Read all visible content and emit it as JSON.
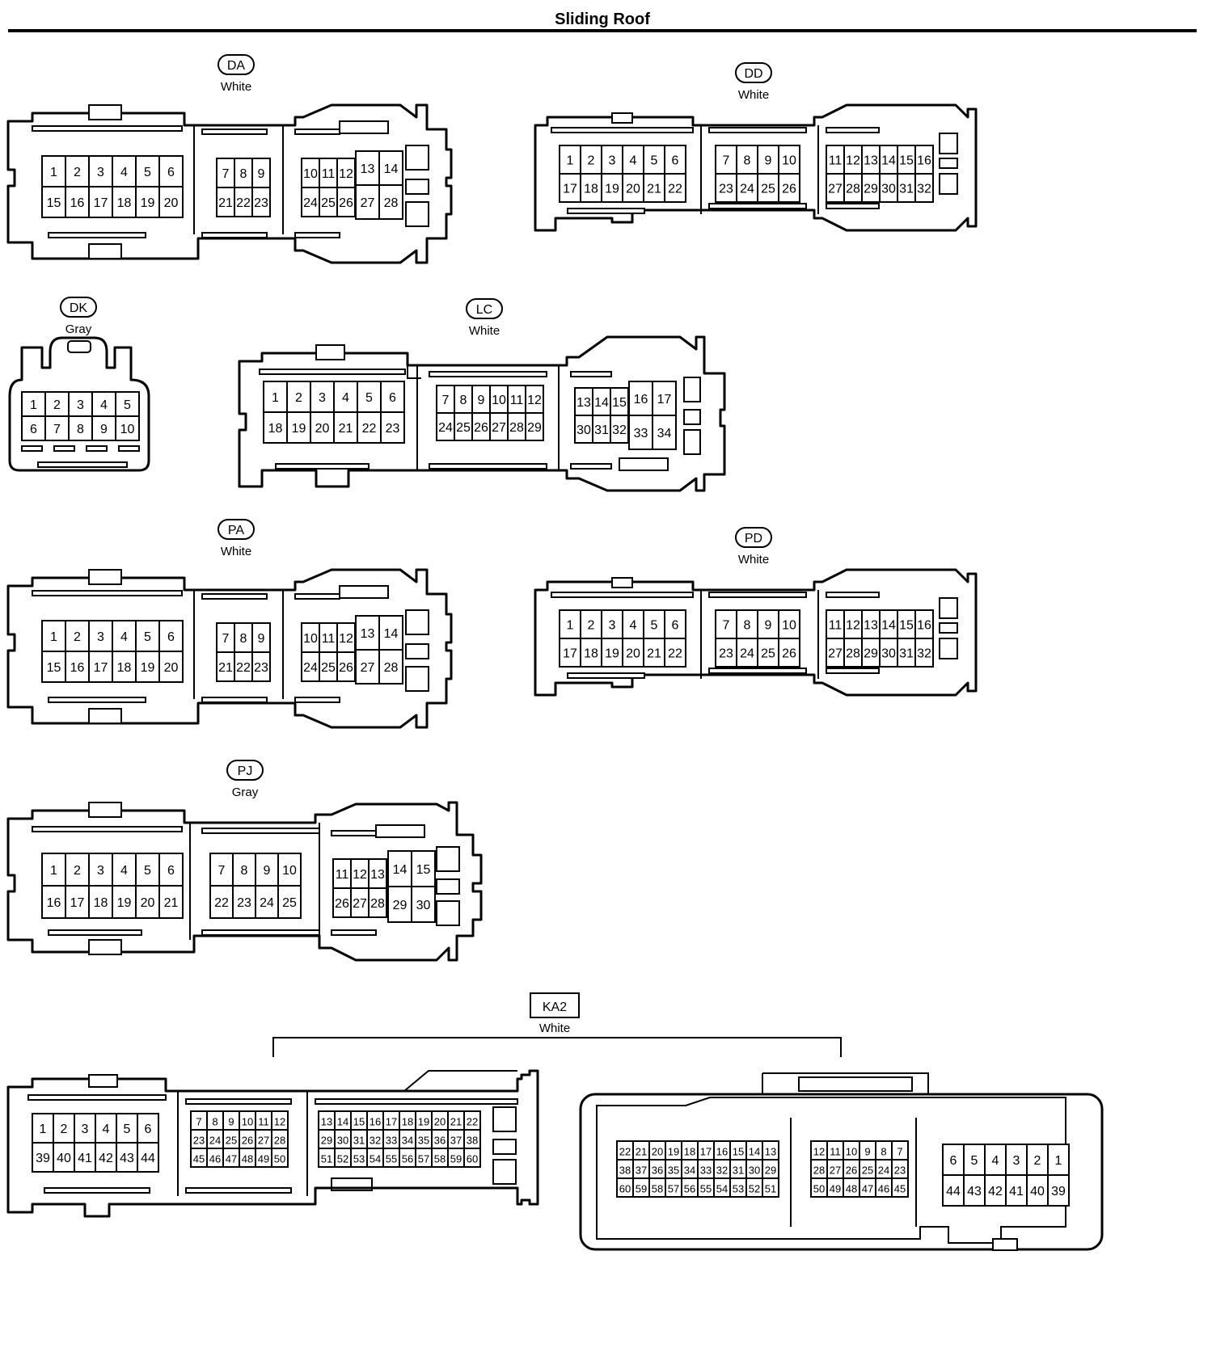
{
  "title": "Sliding Roof",
  "connectors": [
    {
      "id": "DA",
      "color": "White",
      "groups": [
        [
          [
            "1",
            "2",
            "3",
            "4",
            "5",
            "6"
          ],
          [
            "15",
            "16",
            "17",
            "18",
            "19",
            "20"
          ]
        ],
        [
          [
            "7",
            "8",
            "9"
          ],
          [
            "21",
            "22",
            "23"
          ]
        ],
        [
          [
            "10",
            "11",
            "12"
          ],
          [
            "24",
            "25",
            "26"
          ]
        ],
        [
          [
            "13",
            "14"
          ],
          [
            "27",
            "28"
          ]
        ]
      ]
    },
    {
      "id": "DD",
      "color": "White",
      "groups": [
        [
          [
            "1",
            "2",
            "3",
            "4",
            "5",
            "6"
          ],
          [
            "17",
            "18",
            "19",
            "20",
            "21",
            "22"
          ]
        ],
        [
          [
            "7",
            "8",
            "9",
            "10"
          ],
          [
            "23",
            "24",
            "25",
            "26"
          ]
        ],
        [
          [
            "11",
            "12",
            "13",
            "14",
            "15",
            "16"
          ],
          [
            "27",
            "28",
            "29",
            "30",
            "31",
            "32"
          ]
        ]
      ]
    },
    {
      "id": "DK",
      "color": "Gray",
      "groups": [
        [
          [
            "1",
            "2",
            "3",
            "4",
            "5"
          ],
          [
            "6",
            "7",
            "8",
            "9",
            "10"
          ]
        ]
      ]
    },
    {
      "id": "LC",
      "color": "White",
      "groups": [
        [
          [
            "1",
            "2",
            "3",
            "4",
            "5",
            "6"
          ],
          [
            "18",
            "19",
            "20",
            "21",
            "22",
            "23"
          ]
        ],
        [
          [
            "7",
            "8",
            "9",
            "10",
            "11",
            "12"
          ],
          [
            "24",
            "25",
            "26",
            "27",
            "28",
            "29"
          ]
        ],
        [
          [
            "13",
            "14",
            "15"
          ],
          [
            "30",
            "31",
            "32"
          ]
        ],
        [
          [
            "16",
            "17"
          ],
          [
            "33",
            "34"
          ]
        ]
      ]
    },
    {
      "id": "PA",
      "color": "White",
      "groups": [
        [
          [
            "1",
            "2",
            "3",
            "4",
            "5",
            "6"
          ],
          [
            "15",
            "16",
            "17",
            "18",
            "19",
            "20"
          ]
        ],
        [
          [
            "7",
            "8",
            "9"
          ],
          [
            "21",
            "22",
            "23"
          ]
        ],
        [
          [
            "10",
            "11",
            "12"
          ],
          [
            "24",
            "25",
            "26"
          ]
        ],
        [
          [
            "13",
            "14"
          ],
          [
            "27",
            "28"
          ]
        ]
      ]
    },
    {
      "id": "PD",
      "color": "White",
      "groups": [
        [
          [
            "1",
            "2",
            "3",
            "4",
            "5",
            "6"
          ],
          [
            "17",
            "18",
            "19",
            "20",
            "21",
            "22"
          ]
        ],
        [
          [
            "7",
            "8",
            "9",
            "10"
          ],
          [
            "23",
            "24",
            "25",
            "26"
          ]
        ],
        [
          [
            "11",
            "12",
            "13",
            "14",
            "15",
            "16"
          ],
          [
            "27",
            "28",
            "29",
            "30",
            "31",
            "32"
          ]
        ]
      ]
    },
    {
      "id": "PJ",
      "color": "Gray",
      "groups": [
        [
          [
            "1",
            "2",
            "3",
            "4",
            "5",
            "6"
          ],
          [
            "16",
            "17",
            "18",
            "19",
            "20",
            "21"
          ]
        ],
        [
          [
            "7",
            "8",
            "9",
            "10"
          ],
          [
            "22",
            "23",
            "24",
            "25"
          ]
        ],
        [
          [
            "11",
            "12",
            "13"
          ],
          [
            "26",
            "27",
            "28"
          ]
        ],
        [
          [
            "14",
            "15"
          ],
          [
            "29",
            "30"
          ]
        ]
      ]
    },
    {
      "id": "KA2",
      "color": "White",
      "groups": [
        [
          [
            "1",
            "2",
            "3",
            "4",
            "5",
            "6"
          ],
          [
            "39",
            "40",
            "41",
            "42",
            "43",
            "44"
          ]
        ],
        [
          [
            "7",
            "8",
            "9",
            "10",
            "11",
            "12"
          ],
          [
            "23",
            "24",
            "25",
            "26",
            "27",
            "28"
          ],
          [
            "45",
            "46",
            "47",
            "48",
            "49",
            "50"
          ]
        ],
        [
          [
            "13",
            "14",
            "15",
            "16",
            "17",
            "18",
            "19",
            "20",
            "21",
            "22"
          ],
          [
            "29",
            "30",
            "31",
            "32",
            "33",
            "34",
            "35",
            "36",
            "37",
            "38"
          ],
          [
            "51",
            "52",
            "53",
            "54",
            "55",
            "56",
            "57",
            "58",
            "59",
            "60"
          ]
        ],
        [
          [
            "22",
            "21",
            "20",
            "19",
            "18",
            "17",
            "16",
            "15",
            "14",
            "13"
          ],
          [
            "38",
            "37",
            "36",
            "35",
            "34",
            "33",
            "32",
            "31",
            "30",
            "29"
          ],
          [
            "60",
            "59",
            "58",
            "57",
            "56",
            "55",
            "54",
            "53",
            "52",
            "51"
          ]
        ],
        [
          [
            "12",
            "11",
            "10",
            "9",
            "8",
            "7"
          ],
          [
            "28",
            "27",
            "26",
            "25",
            "24",
            "23"
          ],
          [
            "50",
            "49",
            "48",
            "47",
            "46",
            "45"
          ]
        ],
        [
          [
            "6",
            "5",
            "4",
            "3",
            "2",
            "1"
          ],
          [
            "44",
            "43",
            "42",
            "41",
            "40",
            "39"
          ]
        ]
      ]
    }
  ]
}
